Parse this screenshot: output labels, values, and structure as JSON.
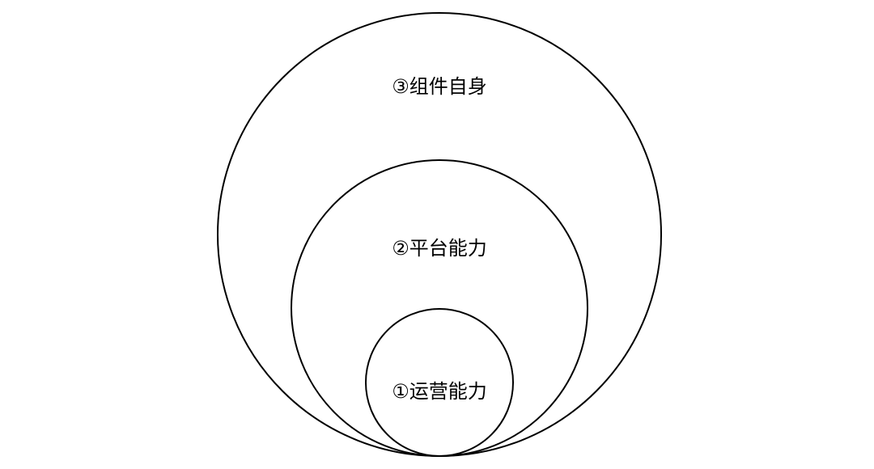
{
  "diagram": {
    "type": "nested-circles",
    "layers": [
      {
        "id": "outer",
        "label": "③组件自身"
      },
      {
        "id": "middle",
        "label": "②平台能力"
      },
      {
        "id": "inner",
        "label": "①运营能力"
      }
    ]
  }
}
